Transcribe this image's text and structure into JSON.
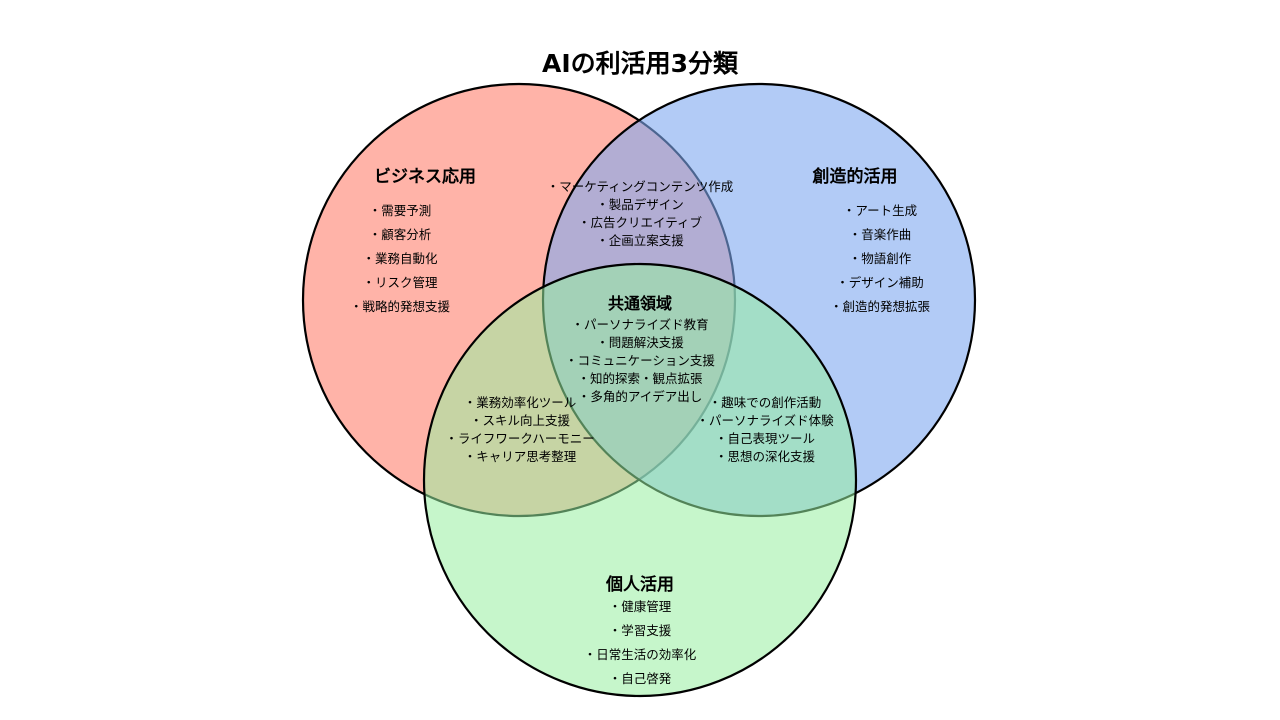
{
  "title": "AIの利活用3分類",
  "colors": {
    "business": "#ff8a7a",
    "creative": "#7fa8f0",
    "personal": "#97eea0",
    "stroke": "#000000"
  },
  "business": {
    "label": "ビジネス応用",
    "items": [
      "需要予測",
      "顧客分析",
      "業務自動化",
      "リスク管理",
      "戦略的発想支援"
    ]
  },
  "creative": {
    "label": "創造的活用",
    "items": [
      "アート生成",
      "音楽作曲",
      "物語創作",
      "デザイン補助",
      "創造的発想拡張"
    ]
  },
  "personal": {
    "label": "個人活用",
    "items": [
      "健康管理",
      "学習支援",
      "日常生活の効率化",
      "自己啓発"
    ]
  },
  "business_creative": {
    "items": [
      "マーケティングコンテンツ作成",
      "製品デザイン",
      "広告クリエイティブ",
      "企画立案支援"
    ]
  },
  "business_personal": {
    "items": [
      "業務効率化ツール",
      "スキル向上支援",
      "ライフワークハーモニー",
      "キャリア思考整理"
    ]
  },
  "creative_personal": {
    "items": [
      "趣味での創作活動",
      "パーソナライズド体験",
      "自己表現ツール",
      "思想の深化支援"
    ]
  },
  "common": {
    "label": "共通領域",
    "items": [
      "パーソナライズド教育",
      "問題解決支援",
      "コミュニケーション支援",
      "知的探索・観点拡張",
      "多角的アイデア出し"
    ]
  }
}
